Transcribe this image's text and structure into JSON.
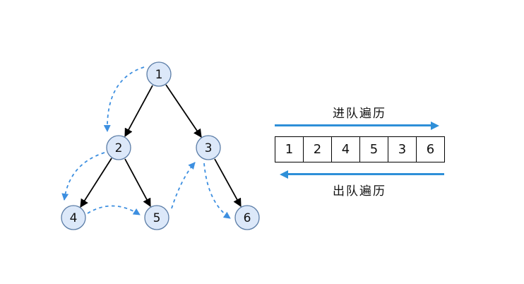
{
  "tree": {
    "nodes": [
      {
        "label": "1"
      },
      {
        "label": "2"
      },
      {
        "label": "3"
      },
      {
        "label": "4"
      },
      {
        "label": "5"
      },
      {
        "label": "6"
      }
    ]
  },
  "queue": {
    "enqueue_label": "进队遍历",
    "dequeue_label": "出队遍历",
    "cells": [
      "1",
      "2",
      "4",
      "5",
      "3",
      "6"
    ]
  },
  "colors": {
    "node_fill": "#dce8f9",
    "node_stroke": "#5a7ca6",
    "edge": "#000000",
    "dashed_arrow": "#3d8fe0",
    "queue_arrow": "#2e8fd8"
  }
}
